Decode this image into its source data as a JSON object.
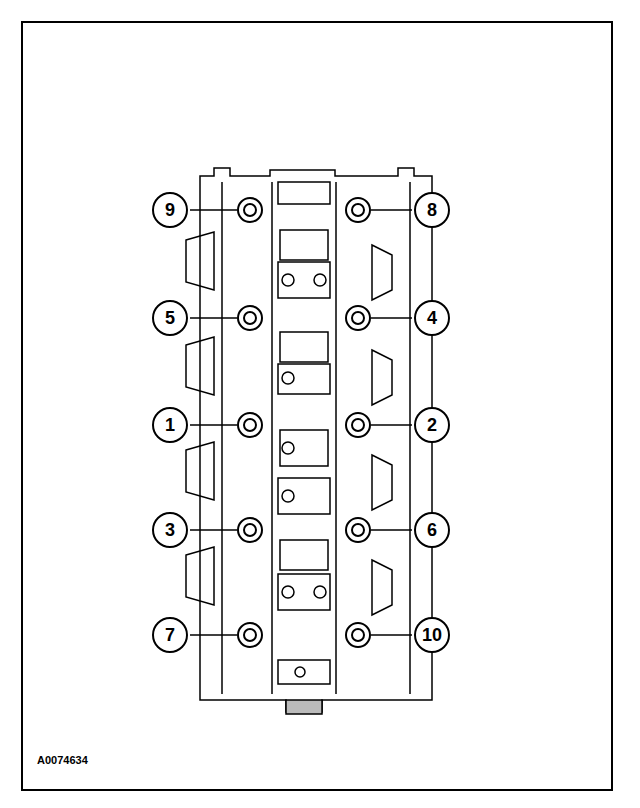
{
  "diagram": {
    "nodes": [
      {
        "text": [
          "9"
        ]
      },
      {
        "text": [
          "8"
        ]
      },
      {
        "text": [
          "5"
        ]
      },
      {
        "text": [
          "4"
        ]
      },
      {
        "text": [
          "1"
        ]
      },
      {
        "text": [
          "2"
        ]
      },
      {
        "text": [
          "3"
        ]
      },
      {
        "text": [
          "6"
        ]
      },
      {
        "text": [
          "7"
        ]
      },
      {
        "text": [
          "10"
        ]
      }
    ],
    "labels": [
      "A0074634"
    ]
  }
}
